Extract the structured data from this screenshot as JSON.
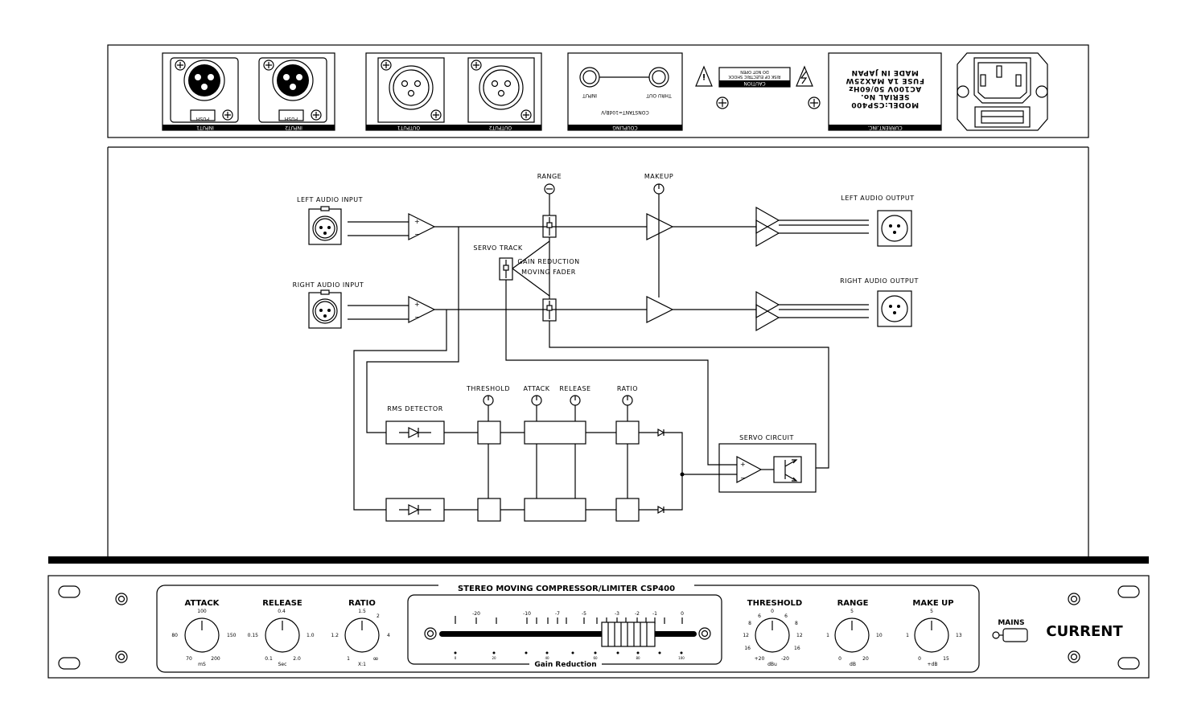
{
  "rear_panel": {
    "input1": "INPUT1",
    "input2": "INPUT2",
    "push": "PUSH",
    "output1": "OUTPUT1",
    "output2": "OUTPUT2",
    "coupling": "COUPLING",
    "thru_out": "THRU OUT",
    "input": "INPUT",
    "constant": "CONSTANT=10dB/V",
    "caution": "CAUTION",
    "caution_line2": "RISK OF ELECTRIC SHOCK",
    "caution_line3": "DO NOT OPEN",
    "model_lines": [
      "MODEL:CSP400",
      "SERIAL No.",
      "AC100V 50/60Hz",
      "FUSE 1A MAX25W",
      "MADE IN JAPAN"
    ],
    "maker": "CURRENT,INC."
  },
  "diagram": {
    "left_audio_input": "LEFT AUDIO INPUT",
    "right_audio_input": "RIGHT AUDIO INPUT",
    "left_audio_output": "LEFT AUDIO OUTPUT",
    "right_audio_output": "RIGHT AUDIO OUTPUT",
    "range": "RANGE",
    "makeup": "MAKEUP",
    "servo_track": "SERVO TRACK",
    "gain_reduction": "GAIN REDUCTION",
    "moving_fader": "MOVING FADER",
    "rms_detector": "RMS DETECTOR",
    "threshold": "THRESHOLD",
    "attack": "ATTACK",
    "release": "RELEASE",
    "ratio": "RATIO",
    "servo_circuit": "SERVO CIRCUIT",
    "plus": "+",
    "minus": "−"
  },
  "front_panel": {
    "title": "STEREO MOVING COMPRESSOR/LIMITER CSP400",
    "attack": {
      "label": "ATTACK",
      "top": "100",
      "left": "80",
      "right": "150",
      "bl": "70",
      "br": "200",
      "unit": "mS"
    },
    "release": {
      "label": "RELEASE",
      "top": "0.4",
      "left": "0.15",
      "right": "1.0",
      "bl": "0.1",
      "br": "2.0",
      "unit": "Sec"
    },
    "ratio": {
      "label": "RATIO",
      "top": "1.5",
      "tr": "2",
      "left": "1.2",
      "right": "4",
      "bl": "1",
      "br": "∞",
      "unit": "X:1"
    },
    "threshold": {
      "label": "THRESHOLD",
      "top": "0",
      "tl": "6",
      "tr": "6",
      "ml": "8",
      "mr": "8",
      "left": "12",
      "right": "12",
      "bl2": "16",
      "br2": "16",
      "bl": "+20",
      "br": "-20",
      "unit": "dBu"
    },
    "range": {
      "label": "RANGE",
      "top": "5",
      "left": "1",
      "right": "10",
      "bl": "0",
      "br": "20",
      "unit": "dB"
    },
    "makeup": {
      "label": "MAKE UP",
      "top": "5",
      "left": "1",
      "right": "13",
      "bl": "0",
      "br": "15",
      "unit": "+dB"
    },
    "meter_top": [
      "-20",
      "-10",
      "-7",
      "-5",
      "-3",
      "-2",
      "-1",
      "0"
    ],
    "meter_bottom": [
      "0",
      "20",
      "40",
      "60",
      "80",
      "100"
    ],
    "gain_reduction": "Gain Reduction",
    "mains": "MAINS",
    "brand": "CURRENT"
  }
}
